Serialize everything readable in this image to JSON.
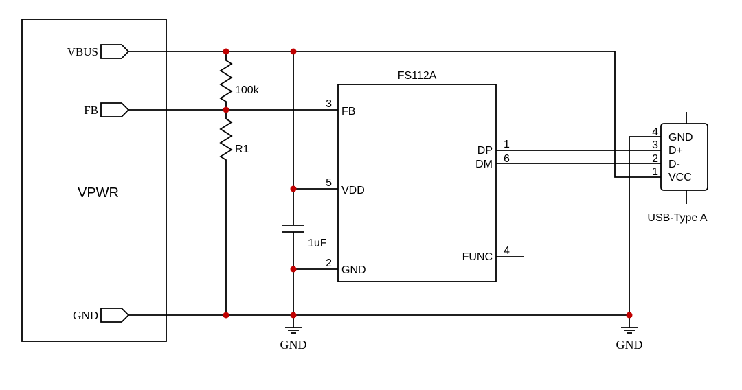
{
  "vpwr": {
    "name": "VPWR",
    "ports": {
      "vbus": "VBUS",
      "fb": "FB",
      "gnd": "GND"
    }
  },
  "ic": {
    "name": "FS112A",
    "pins": {
      "fb": {
        "num": "3",
        "label": "FB"
      },
      "vdd": {
        "num": "5",
        "label": "VDD"
      },
      "gnd": {
        "num": "2",
        "label": "GND"
      },
      "dp": {
        "num": "1",
        "label": "DP"
      },
      "dm": {
        "num": "6",
        "label": "DM"
      },
      "func": {
        "num": "4",
        "label": "FUNC"
      }
    }
  },
  "components": {
    "r_top": "100k",
    "r_bottom": "R1",
    "cap": "1uF"
  },
  "usb": {
    "name": "USB-Type A",
    "pins": [
      {
        "num": "4",
        "label": "GND"
      },
      {
        "num": "3",
        "label": "D+"
      },
      {
        "num": "2",
        "label": "D-"
      },
      {
        "num": "1",
        "label": "VCC"
      }
    ]
  },
  "grounds": {
    "left": "GND",
    "right": "GND"
  },
  "colors": {
    "junction": "#c00000",
    "wire": "#000000"
  }
}
